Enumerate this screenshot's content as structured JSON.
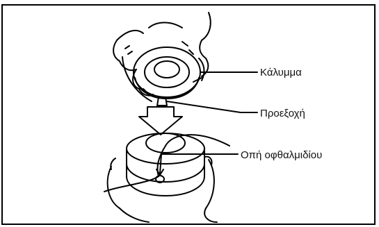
{
  "labels": {
    "cover": "Κάλυμμα",
    "tab": "Προεξοχή",
    "eyelet": "Οπή οφθαλμιδίου"
  }
}
